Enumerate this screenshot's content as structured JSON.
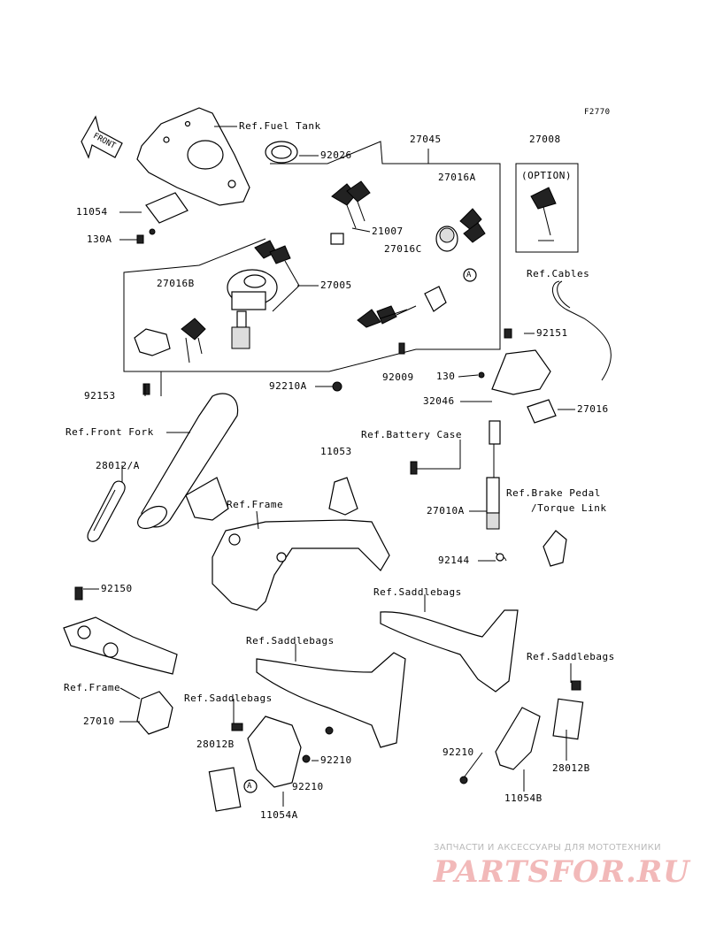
{
  "figure_code": "F2770",
  "front_arrow": "FRONT",
  "labels": {
    "ref_fuel_tank": "Ref.Fuel Tank",
    "p92026": "92026",
    "p27045": "27045",
    "p27008": "27008",
    "option": "(OPTION)",
    "p11054": "11054",
    "p130A": "130A",
    "p27016A": "27016A",
    "p21007": "21007",
    "p27016C": "27016C",
    "circleA1": "A",
    "p27005": "27005",
    "p27016B": "27016B",
    "ref_cables": "Ref.Cables",
    "p92151": "92151",
    "p92009": "92009",
    "p130": "130",
    "p92153": "92153",
    "p92210A": "92210A",
    "p32046": "32046",
    "p27016": "27016",
    "ref_front_fork": "Ref.Front Fork",
    "ref_battery_case": "Ref.Battery Case",
    "p11053": "11053",
    "p28012A": "28012/A",
    "ref_frame1": "Ref.Frame",
    "ref_brake_pedal": "Ref.Brake Pedal",
    "torque_link": "/Torque Link",
    "p27010A": "27010A",
    "p92144": "92144",
    "p92150": "92150",
    "ref_saddlebags1": "Ref.Saddlebags",
    "ref_saddlebags2": "Ref.Saddlebags",
    "ref_saddlebags3": "Ref.Saddlebags",
    "ref_saddlebags4": "Ref.Saddlebags",
    "ref_frame2": "Ref.Frame",
    "p27010": "27010",
    "p28012B1": "28012B",
    "p92210_1": "92210",
    "p92210_2": "92210",
    "p92210_3": "92210",
    "circleA2": "A",
    "p11054A": "11054A",
    "p11054B": "11054B",
    "p28012B2": "28012B"
  },
  "watermark": {
    "line1": "ЗАПЧАСТИ И АКСЕССУАРЫ ДЛЯ МОТОТЕХНИКИ",
    "line2": "PARTSFOR.RU"
  },
  "colors": {
    "ink": "#000000",
    "background": "#ffffff",
    "watermark_red": "#f2b9b9"
  }
}
